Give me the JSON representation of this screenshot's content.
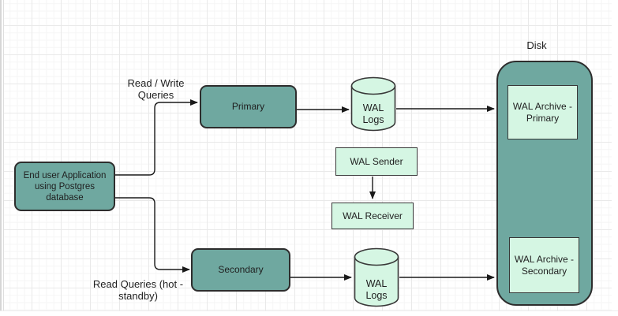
{
  "nodes": {
    "end_user_app": {
      "line1": "End user Application",
      "line2": "using Postgres database"
    },
    "primary": {
      "label": "Primary"
    },
    "secondary": {
      "label": "Secondary"
    },
    "wal_logs_top": {
      "line1": "WAL",
      "line2": "Logs"
    },
    "wal_logs_bottom": {
      "line1": "WAL",
      "line2": "Logs"
    },
    "wal_sender": {
      "label": "WAL Sender"
    },
    "wal_receiver": {
      "label": "WAL Receiver"
    },
    "disk": {
      "label": "Disk"
    },
    "wal_archive_primary": {
      "line1": "WAL Archive -",
      "line2": "Primary"
    },
    "wal_archive_secondary": {
      "line1": "WAL Archive -",
      "line2": "Secondary"
    }
  },
  "edge_labels": {
    "read_write_queries": {
      "line1": "Read / Write",
      "line2": "Queries"
    },
    "read_queries_hot_standby": {
      "line1": "Read Queries (hot -",
      "line2": "standby)"
    }
  },
  "colors": {
    "node_teal": "#6FA8A0",
    "node_mint": "#D5F6E3",
    "node_border": "#2D2D2D",
    "connector": "#1A1A1A",
    "grid_minor": "#F5F5F5",
    "grid_major": "#E9E9E9",
    "text": "#1F1F1F"
  }
}
